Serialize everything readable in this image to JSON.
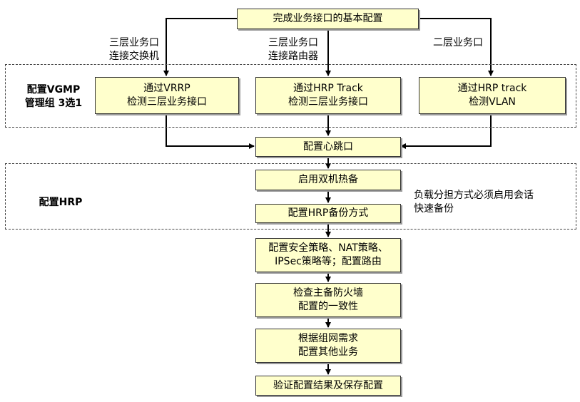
{
  "top_box": "完成业务接口的基本配置",
  "branch_labels": {
    "left": [
      "三层业务口",
      "连接交换机"
    ],
    "middle": [
      "三层业务口",
      "连接路由器"
    ],
    "right": [
      "二层业务口"
    ]
  },
  "vgmp_group": {
    "title": [
      "配置VGMP",
      "管理组 3选1"
    ],
    "options": [
      [
        "通过VRRP",
        "检测三层业务接口"
      ],
      [
        "通过HRP Track",
        "检测三层业务接口"
      ],
      [
        "通过HRP track",
        "检测VLAN"
      ]
    ]
  },
  "heartbeat_box": "配置心跳口",
  "hrp_group": {
    "title": "配置HRP",
    "step1": "启用双机热备",
    "step2": "配置HRP备份方式",
    "note": [
      "负载分担方式必须启用会话",
      "快速备份"
    ]
  },
  "steps": [
    [
      "配置安全策略、NAT策略、",
      "IPSec策略等；配置路由"
    ],
    [
      "检查主备防火墙",
      "配置的一致性"
    ],
    [
      "根据组网需求",
      "配置其他业务"
    ],
    [
      "验证配置结果及保存配置"
    ]
  ]
}
